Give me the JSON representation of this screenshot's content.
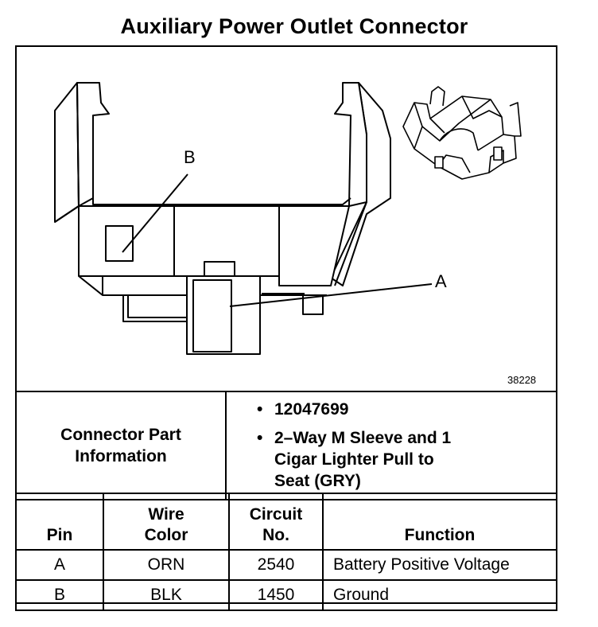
{
  "title": "Auxiliary Power Outlet Connector",
  "figure": {
    "callout_a": "A",
    "callout_b": "B",
    "figure_number": "38228"
  },
  "connector_info": {
    "label_line1": "Connector Part",
    "label_line2": "Information",
    "items": [
      {
        "lines": [
          "12047699"
        ]
      },
      {
        "lines": [
          "2–Way M Sleeve and 1",
          "Cigar Lighter Pull to",
          "Seat (GRY)"
        ]
      }
    ]
  },
  "pin_table": {
    "headers": {
      "pin": [
        "Pin"
      ],
      "wire_color": [
        "Wire",
        "Color"
      ],
      "circuit_no": [
        "Circuit",
        "No."
      ],
      "function": [
        "Function"
      ]
    },
    "rows": [
      {
        "pin": "A",
        "wire_color": "ORN",
        "circuit": "2540",
        "function": "Battery Positive Voltage"
      },
      {
        "pin": "B",
        "wire_color": "BLK",
        "circuit": "1450",
        "function": "Ground"
      }
    ]
  }
}
